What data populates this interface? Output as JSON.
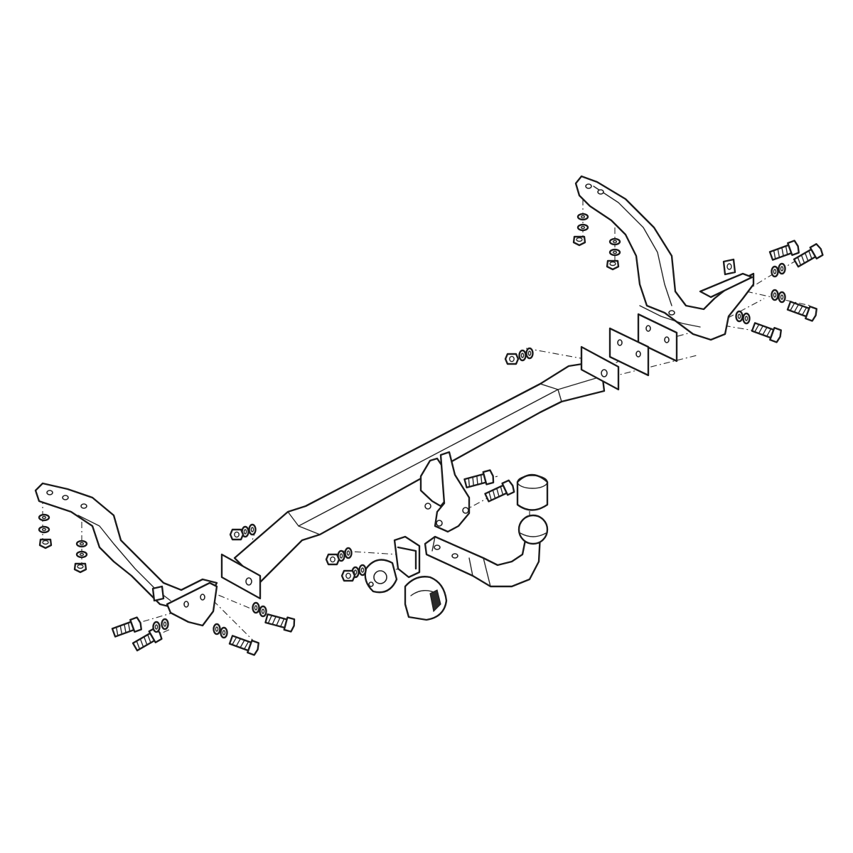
{
  "diagram": {
    "type": "exploded-assembly",
    "colors": {
      "line": "#1a1a1a",
      "background": "#ffffff"
    },
    "parts": [
      "left-side-bracket",
      "right-side-bracket",
      "main-crossbar",
      "tow-ball-neck",
      "tow-ball-cap",
      "electrical-socket",
      "socket-cover",
      "spacer-plates",
      "bolts",
      "washers",
      "nuts"
    ]
  }
}
